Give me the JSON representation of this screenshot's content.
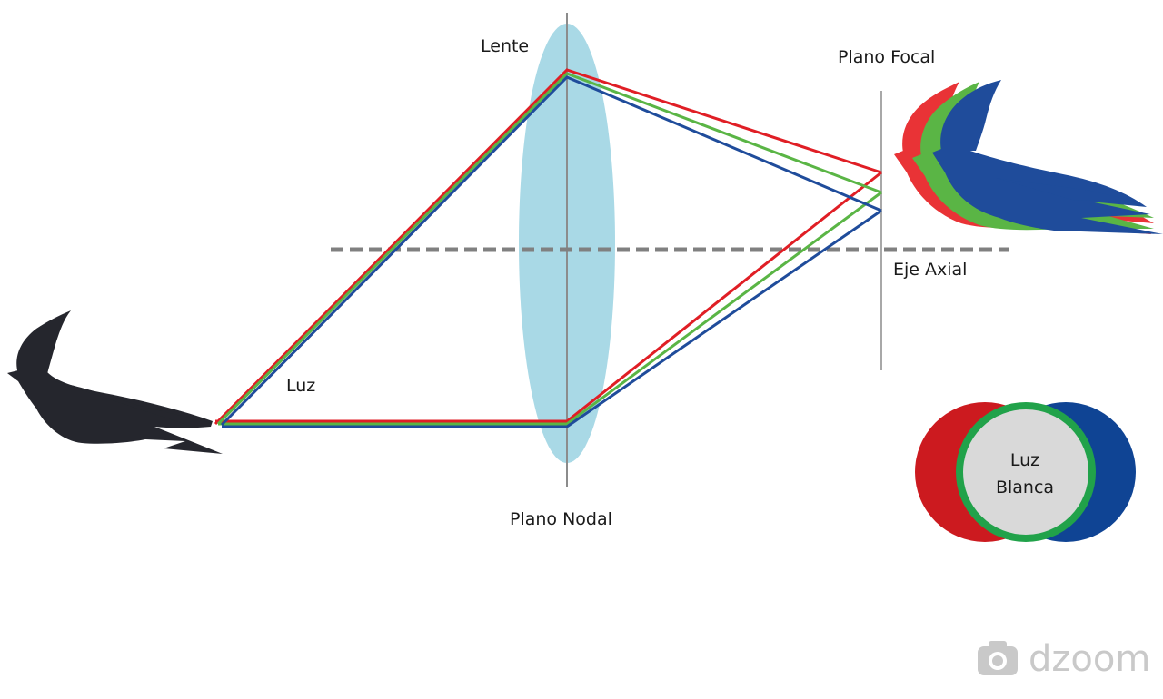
{
  "labels": {
    "lens": "Lente",
    "focal_plane": "Plano Focal",
    "axial_axis": "Eje Axial",
    "light": "Luz",
    "nodal_plane": "Plano Nodal",
    "white_light_line1": "Luz",
    "white_light_line2": "Blanca"
  },
  "watermark": {
    "icon": "camera-icon",
    "text": "dzoom"
  },
  "colors": {
    "red": "#e01e25",
    "green": "#5ab545",
    "blue": "#1f4c9b",
    "lens": "#a9d9e6",
    "bird_source": "#25262d",
    "circle_red": "#cc1a1f",
    "circle_blue": "#0f4494",
    "circle_green_ring": "#21a24a",
    "circle_center": "#d9d9d9",
    "axis_dashed": "#808080",
    "plane_line": "#a8a8a8",
    "watermark": "#c9c9c9"
  }
}
